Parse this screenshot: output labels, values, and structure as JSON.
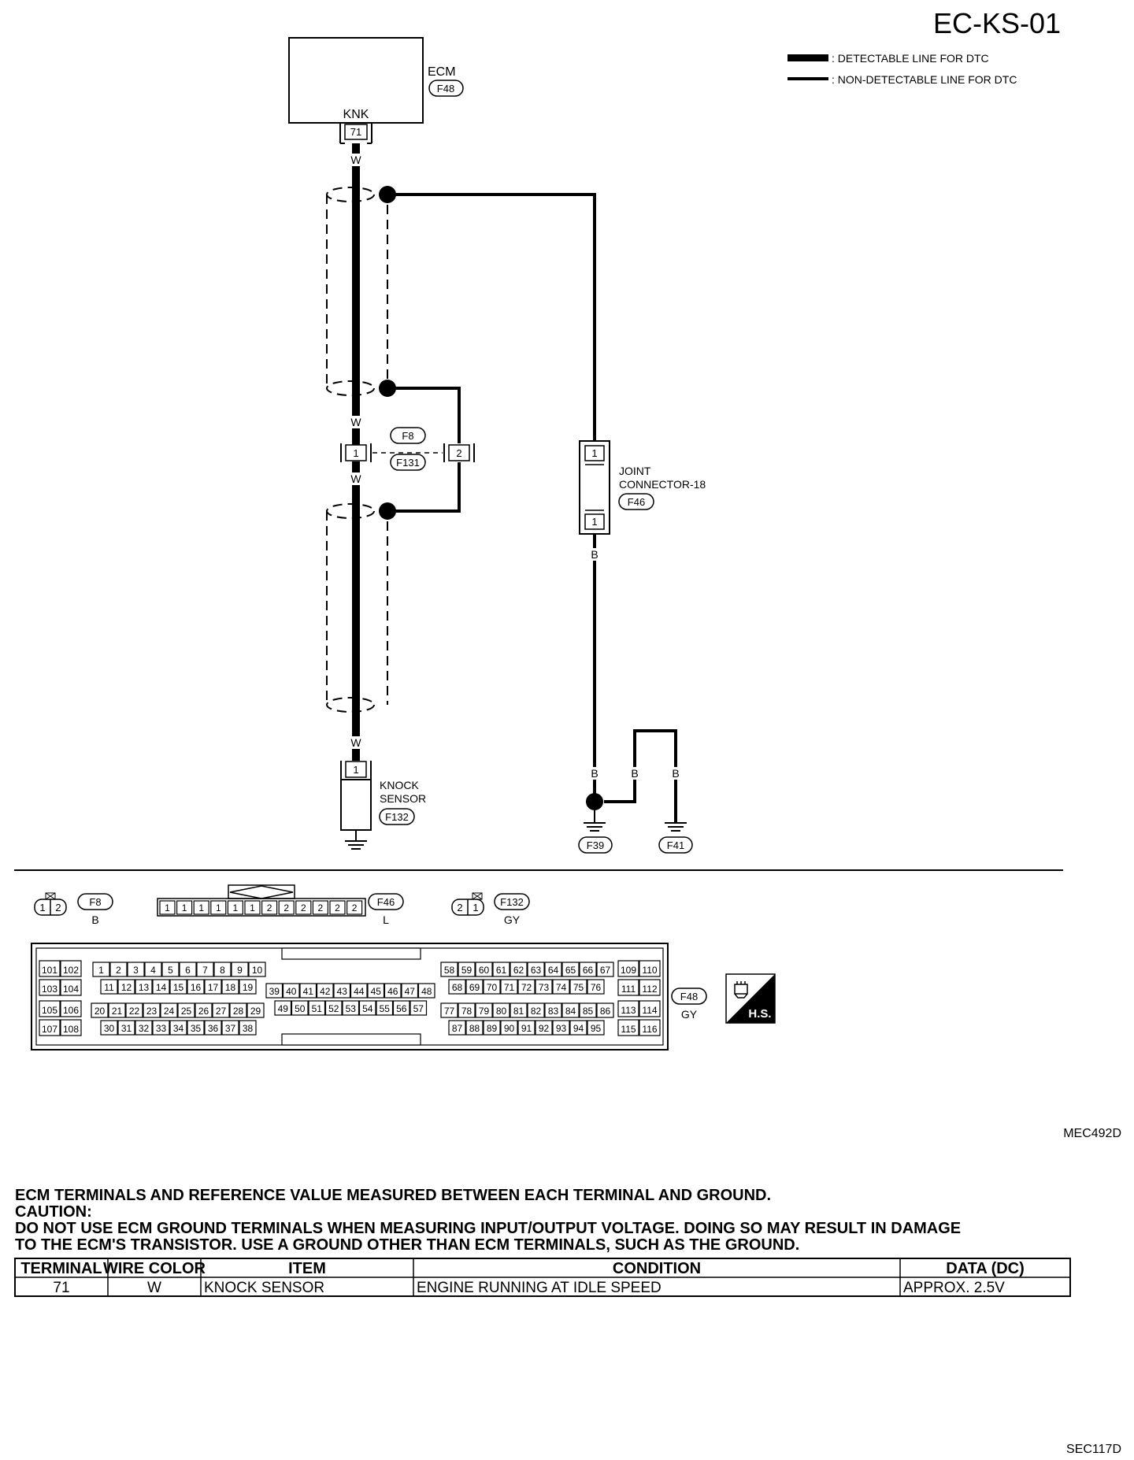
{
  "page_title": "EC-KS-01",
  "legend": [
    {
      "label": ": DETECTABLE LINE FOR DTC"
    },
    {
      "label": ": NON-DETECTABLE LINE FOR DTC"
    }
  ],
  "ecm": {
    "name": "ECM",
    "connector": "F48",
    "signal": "KNK",
    "terminal": "71"
  },
  "wire_color_w": "W",
  "wire_color_b": "B",
  "inline_connector": {
    "top": "F8",
    "bottom": "F131",
    "pin_left": "1",
    "pin_right": "2"
  },
  "joint_connector": {
    "line1": "JOINT",
    "line2": "CONNECTOR-18",
    "connector": "F46",
    "pin_top": "1",
    "pin_bottom": "1"
  },
  "knock_sensor": {
    "line1": "KNOCK",
    "line2": "SENSOR",
    "connector": "F132",
    "pin": "1"
  },
  "grounds": [
    "F39",
    "F41"
  ],
  "connector_views": {
    "f8": {
      "pins": [
        "1",
        "2"
      ],
      "id": "F8",
      "color": "B"
    },
    "f46": {
      "pins": [
        "1",
        "1",
        "1",
        "1",
        "1",
        "1",
        "2",
        "2",
        "2",
        "2",
        "2",
        "2"
      ],
      "id": "F46",
      "color": "L"
    },
    "f132": {
      "pins": [
        "2",
        "1"
      ],
      "id": "F132",
      "color": "GY"
    },
    "f48": {
      "id": "F48",
      "color": "GY",
      "left_pairs": [
        [
          "101",
          "102"
        ],
        [
          "103",
          "104"
        ],
        [
          "105",
          "106"
        ],
        [
          "107",
          "108"
        ]
      ],
      "right_pairs": [
        [
          "109",
          "110"
        ],
        [
          "111",
          "112"
        ],
        [
          "113",
          "114"
        ],
        [
          "115",
          "116"
        ]
      ],
      "a_row1": [
        "1",
        "2",
        "3",
        "4",
        "5",
        "6",
        "7",
        "8",
        "9",
        "10"
      ],
      "a_row2": [
        "11",
        "12",
        "13",
        "14",
        "15",
        "16",
        "17",
        "18",
        "19"
      ],
      "a_row3": [
        "20",
        "21",
        "22",
        "23",
        "24",
        "25",
        "26",
        "27",
        "28",
        "29"
      ],
      "a_row4": [
        "30",
        "31",
        "32",
        "33",
        "34",
        "35",
        "36",
        "37",
        "38"
      ],
      "b_row1": [
        "39",
        "40",
        "41",
        "42",
        "43",
        "44",
        "45",
        "46",
        "47",
        "48"
      ],
      "b_row2": [
        "49",
        "50",
        "51",
        "52",
        "53",
        "54",
        "55",
        "56",
        "57"
      ],
      "c_row1": [
        "58",
        "59",
        "60",
        "61",
        "62",
        "63",
        "64",
        "65",
        "66",
        "67"
      ],
      "c_row2": [
        "68",
        "69",
        "70",
        "71",
        "72",
        "73",
        "74",
        "75",
        "76"
      ],
      "c_row3": [
        "77",
        "78",
        "79",
        "80",
        "81",
        "82",
        "83",
        "84",
        "85",
        "86"
      ],
      "c_row4": [
        "87",
        "88",
        "89",
        "90",
        "91",
        "92",
        "93",
        "94",
        "95"
      ]
    }
  },
  "hs_badge": "H.S.",
  "diagram_code": "MEC492D",
  "caution": [
    "ECM TERMINALS AND REFERENCE VALUE MEASURED BETWEEN EACH TERMINAL AND GROUND.",
    "CAUTION:",
    "DO NOT USE ECM GROUND TERMINALS WHEN MEASURING INPUT/OUTPUT VOLTAGE. DOING SO MAY RESULT IN DAMAGE",
    "TO THE ECM'S TRANSISTOR. USE A GROUND OTHER THAN ECM TERMINALS, SUCH AS THE GROUND."
  ],
  "table": {
    "headers": [
      "TERMINAL",
      "WIRE COLOR",
      "ITEM",
      "CONDITION",
      "DATA (DC)"
    ],
    "rows": [
      [
        "71",
        "W",
        "KNOCK SENSOR",
        "ENGINE RUNNING AT IDLE SPEED",
        "APPROX. 2.5V"
      ]
    ]
  },
  "page_code": "SEC117D"
}
